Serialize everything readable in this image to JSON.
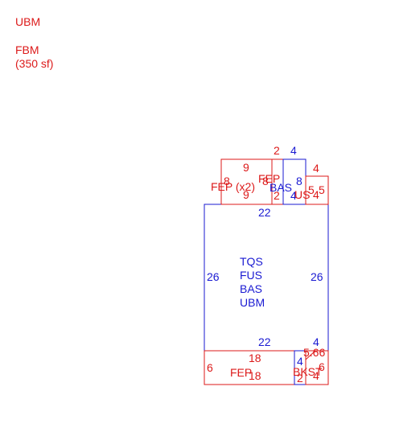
{
  "legend": {
    "lines": [
      "UBM",
      "FBM",
      "(350 sf)"
    ],
    "color": "#dc1a1a"
  },
  "colors": {
    "red": "#dc1a1a",
    "blue": "#1a1ad2"
  },
  "main_area": {
    "codes": [
      "TQS",
      "FUS",
      "BAS",
      "UBM"
    ],
    "top": "22",
    "bottom": "22",
    "left": "26",
    "right": "26"
  },
  "top_left_porch": {
    "label": "FEP (x2)",
    "top": "9",
    "bottom": "9",
    "left": "8",
    "right": "8"
  },
  "top_small_red": {
    "label": "FEP",
    "top": "2",
    "bottom": "2"
  },
  "top_blue": {
    "label": "BAS",
    "top": "4",
    "bottom": "4",
    "right": "8"
  },
  "top_right_red": {
    "label": "US",
    "top": "4",
    "bottom": "4",
    "side_a": "5",
    "side_b": "5"
  },
  "bottom_porch": {
    "label": "FEP",
    "top": "18",
    "bottom": "18",
    "left": "6"
  },
  "bottom_right_blue": {
    "top": "4",
    "bottom": "2"
  },
  "bottom_right_red": {
    "label": "BKST",
    "top": "4",
    "diag": "5.66",
    "right": "6",
    "bottom": "4"
  }
}
